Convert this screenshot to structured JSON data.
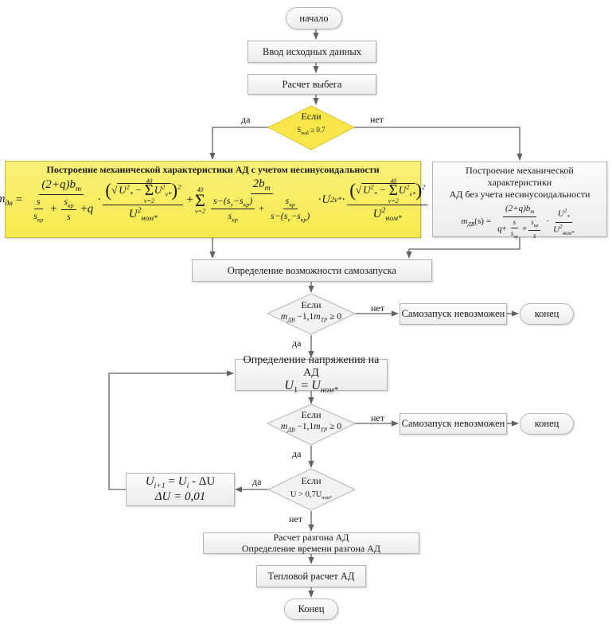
{
  "diagram": {
    "type": "flowchart",
    "colors": {
      "box_fill": "#f2f2f2",
      "box_border": "#b5b5b5",
      "decision_yellow": "#f8e74a",
      "highlight_box": "#f8ee6a",
      "connector": "#606060"
    },
    "nodes": {
      "start": "начало",
      "input": "Ввод исходных данных",
      "coast_calc": "Расчет выбега",
      "decision1": {
        "title": "Если",
        "condition": "s_выб ≥ 0.7",
        "cond_base": "S",
        "cond_sub": "выб",
        "cond_rest": " ≥ 0.7"
      },
      "nonsinus_box": {
        "title": "Построение механической характеристики АД с учетом несинусоидальности",
        "formula_text": "m_дв = (2+q)b_m / (s/s_кр + s_кр/s + q) · (√(U*² − Σ_{ν=2}^{40} U_ν*²))² / U_ном*² + Σ_{ν=2}^{40} 2b_m / ((s−(s_ν−s_кр))/s_кр + s_кр/(s−(s_ν−s_кр))) · U_ν*² · (√(U*² − Σ_{ν=2}^{40} U_ν*²))² / U_ном*²"
      },
      "sinus_box": {
        "title_line1": "Построение механической характеристики",
        "title_line2": "АД без учета несинусоидальности",
        "formula_text": "m_ДВ(s) = (2+q)b_m / (q + s/s_кр + s_кр/s) · U*² / U_ном*²"
      },
      "self_start_check": "Определение возможности самозапуска",
      "decision2": {
        "title": "Если",
        "condition": "m_ДВ − 1,1m_ТР ≥ 0"
      },
      "impossible1": "Самозапуск невозможен",
      "end1": "конец",
      "voltage_box": {
        "title": "Определение напряжения на АД",
        "formula": "U₁ = U_ном*"
      },
      "decision3": {
        "title": "Если",
        "condition": "m_ДВ − 1,1m_ТР ≥ 0"
      },
      "impossible2": "Самозапуск невозможен",
      "end2": "конец",
      "decision4": {
        "title": "Если",
        "condition": "U > 0,7U_ном*"
      },
      "step_box": {
        "line1": "U_{i+1} = U_i - ΔU",
        "line2": "ΔU = 0,01"
      },
      "accel_box": {
        "line1": "Расчет разгона АД",
        "line2": "Определение времени разгона АД"
      },
      "thermal": "Тепловой расчет АД",
      "end_final": "Конец"
    },
    "labels": {
      "yes": "да",
      "no": "нет"
    },
    "math": {
      "m": "m",
      "dv_sub": "дв",
      "DV_sub": "ДВ",
      "TR_sub": "ТР",
      "eq": "=",
      "q": "q",
      "two_plus_q": "(2+q)",
      "b": "b",
      "m_sub": "m",
      "s": "s",
      "kr": "кр",
      "U": "U",
      "star": "*",
      "nom": "ном*",
      "nu": "ν",
      "nu_star": "ν*",
      "sum_top": "40",
      "sum_bot": "ν=2",
      "sq": "2",
      "plus": "+",
      "minus": "−",
      "dot": "·",
      "two_b": "2b",
      "mdv_s": "(s)",
      "one_one": "−1,1",
      "geq0": "≥ 0",
      "one": "1",
      "i1": "i+1",
      "i": "i",
      "minus_dU": "- ΔU",
      "dU_line": "ΔU = 0,01",
      "U_gt": "U > 0,7U",
      "s_nu": "s",
      "nu_sub": "ν"
    }
  }
}
